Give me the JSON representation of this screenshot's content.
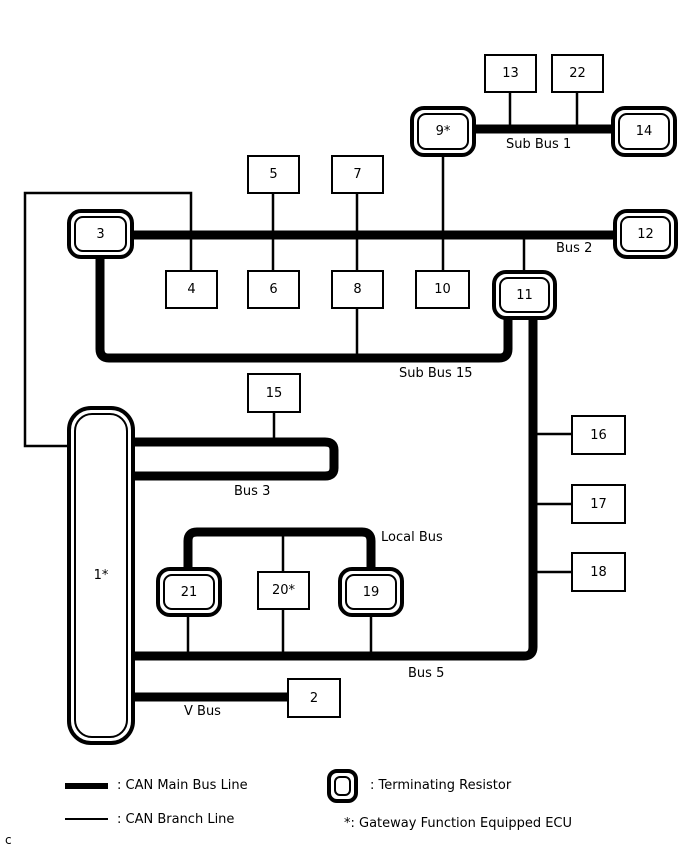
{
  "nodes": {
    "n1": "1*",
    "n2": "2",
    "n3": "3",
    "n4": "4",
    "n5": "5",
    "n6": "6",
    "n7": "7",
    "n8": "8",
    "n9": "9*",
    "n10": "10",
    "n11": "11",
    "n12": "12",
    "n13": "13",
    "n14": "14",
    "n15": "15",
    "n16": "16",
    "n17": "17",
    "n18": "18",
    "n19": "19",
    "n20": "20*",
    "n21": "21",
    "n22": "22"
  },
  "bus_labels": {
    "sub_bus_1": "Sub Bus 1",
    "bus_2": "Bus 2",
    "sub_bus_15": "Sub Bus 15",
    "bus_3": "Bus 3",
    "local_bus": "Local Bus",
    "bus_5": "Bus 5",
    "v_bus": "V Bus"
  },
  "legend": {
    "main_bus": ": CAN Main Bus Line",
    "branch": ": CAN Branch Line",
    "terminating": ": Terminating Resistor",
    "gateway": "*: Gateway Function Equipped ECU"
  },
  "footer": {
    "page_marker": "c"
  },
  "colors": {
    "line": "#000000",
    "background": "#ffffff"
  }
}
